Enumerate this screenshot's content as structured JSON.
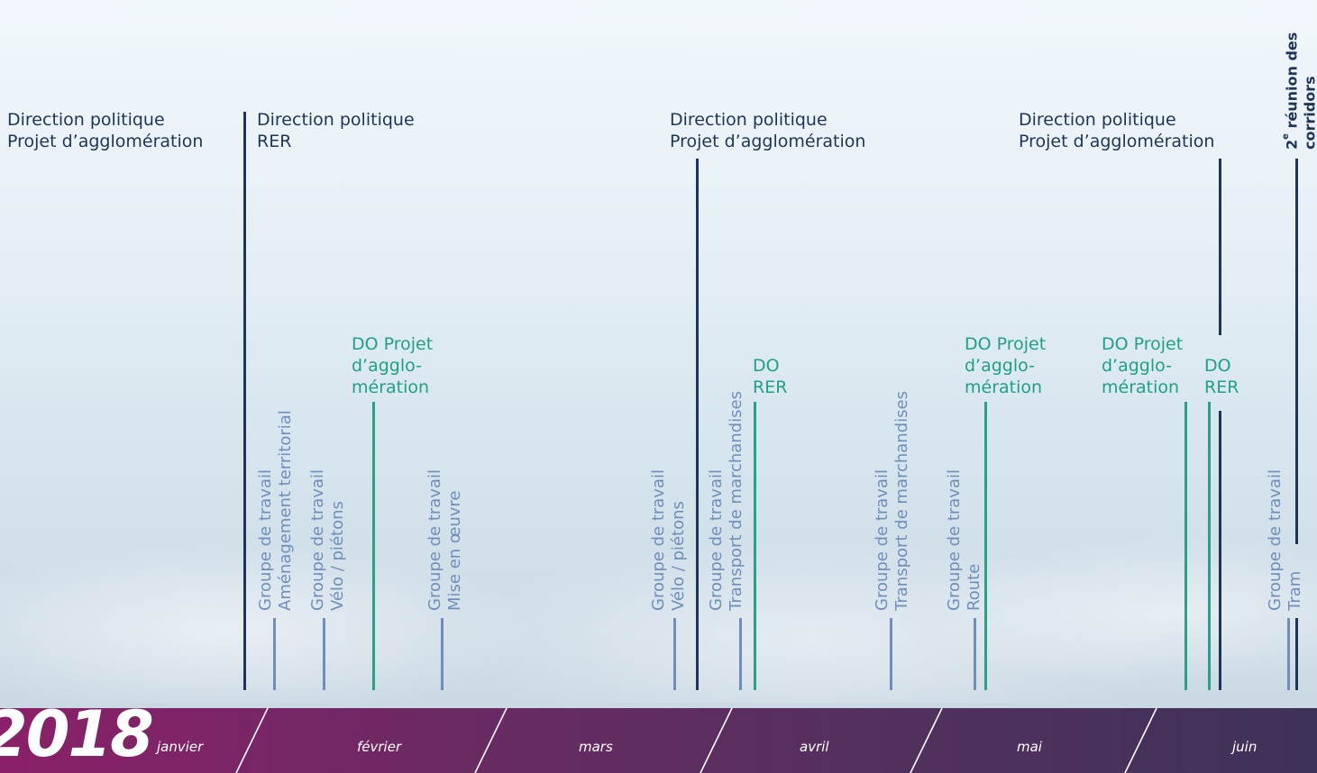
{
  "timeline": {
    "year": "2018",
    "months": [
      "janvier",
      "février",
      "mars",
      "avril",
      "mai",
      "juin"
    ]
  },
  "top_labels": [
    {
      "line1": "Direction politique",
      "line2": "Projet d’agglomération"
    },
    {
      "line1": "Direction politique",
      "line2": "RER"
    },
    {
      "line1": "Direction politique",
      "line2": "Projet d’agglomération"
    },
    {
      "line1": "Direction politique",
      "line2": "Projet d’agglomération"
    }
  ],
  "corridors_label": {
    "line1": "2e réunion des",
    "line2": "corridors",
    "sup": "e"
  },
  "do_labels": [
    {
      "text": "DO Projet\nd’agglo-\nmération"
    },
    {
      "text": "DO\nRER"
    },
    {
      "text": "DO Projet\nd’agglo-\nmération"
    },
    {
      "text": "DO Projet\nd’agglo-\nmération"
    },
    {
      "text": "DO\nRER"
    }
  ],
  "working_groups": [
    {
      "line1": "Groupe de travail",
      "line2": "Aménagement territorial"
    },
    {
      "line1": "Groupe de travail",
      "line2": "Vélo / piétons"
    },
    {
      "line1": "Groupe de travail",
      "line2": "Mise en œuvre"
    },
    {
      "line1": "Groupe de travail",
      "line2": "Vélo / piétons"
    },
    {
      "line1": "Groupe de travail",
      "line2": "Transport de marchandises"
    },
    {
      "line1": "Groupe de travail",
      "line2": "Transport de marchandises"
    },
    {
      "line1": "Groupe de travail",
      "line2": "Route"
    },
    {
      "line1": "Groupe de travail",
      "line2": "Tram"
    }
  ],
  "colors": {
    "direction": "#1f3558",
    "working_group": "#6f8fba",
    "do": "#27a18a",
    "band_start": "#8a2069",
    "band_end": "#3e3258"
  }
}
